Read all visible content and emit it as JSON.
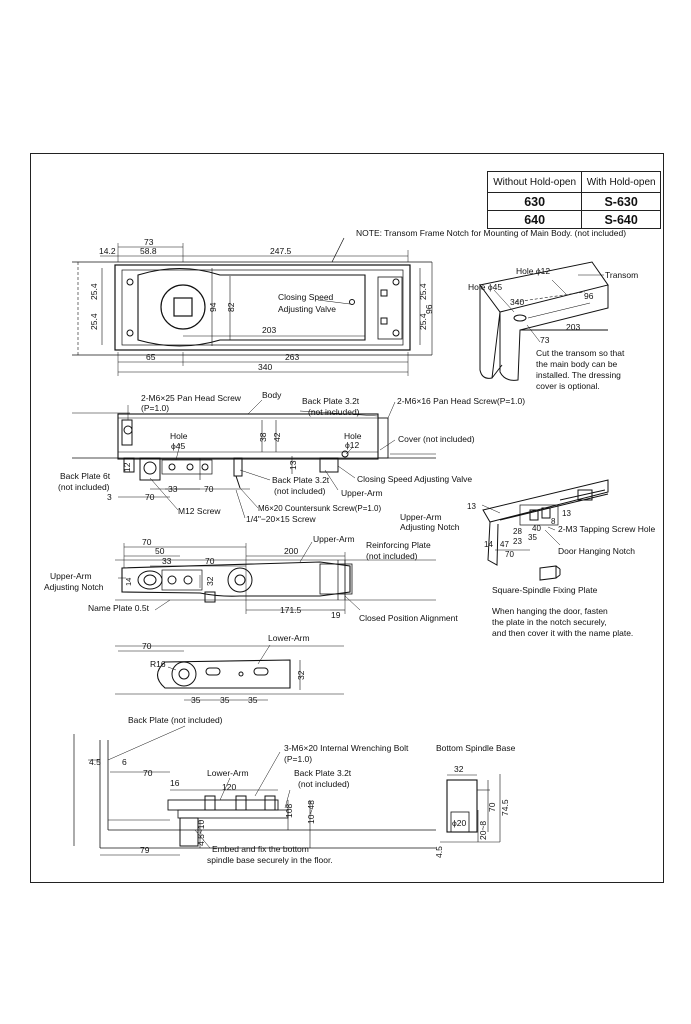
{
  "model_table": {
    "headers": [
      "Without Hold-open",
      "With Hold-open"
    ],
    "rows": [
      [
        "630",
        "S-630"
      ],
      [
        "640",
        "S-640"
      ]
    ]
  },
  "note": "NOTE: Transom Frame Notch for Mounting of Main Body. (not included)",
  "top_view": {
    "dims": {
      "d73": "73",
      "d14_2": "14.2",
      "d58_8": "58.8",
      "d247_5": "247.5",
      "d25_4a": "25.4",
      "d25_4b": "25.4",
      "d25_4c": "25.4",
      "d25_4d": "25.4",
      "d94": "94",
      "d82": "82",
      "d96": "96",
      "d203": "203",
      "d65": "65",
      "d263": "263",
      "d340": "340"
    },
    "closing_speed_label": [
      "Closing Speed",
      "Adjusting Valve"
    ]
  },
  "transom": {
    "hole12": "Hole ϕ12",
    "transom": "Transom",
    "hole45": "Hole ϕ45",
    "d340": "340",
    "d96": "96",
    "d203": "203",
    "d73": "73",
    "caption": [
      "Cut the transom so that",
      "the main body can be",
      "installed.  The dressing",
      "cover is optional."
    ]
  },
  "side_view": {
    "screw_pan_25": "2-M6×25 Pan Head Screw",
    "p1": "(P=1.0)",
    "body": "Body",
    "back_plate_32": "Back Plate 3.2t",
    "not_included": "(not included)",
    "screw_pan_16": "2-M6×16 Pan Head Screw(P=1.0)",
    "hole": "Hole",
    "phi45": "ϕ45",
    "hole2": "Hole",
    "phi12": "ϕ12",
    "d38": "38",
    "d42": "42",
    "d13": "13",
    "cover": "Cover (not included)",
    "back_plate_6": "Back Plate 6t",
    "not_included_b": "(not included)",
    "d12": "12",
    "d3": "3",
    "d70a": "70",
    "d33": "33",
    "d70b": "70",
    "back_plate_32b": "Back Plate 3.2t",
    "not_included_c": "(not included)",
    "upper_arm": "Upper-Arm",
    "closing_speed": "Closing Speed Adjusting Valve",
    "m12": "M12 Screw",
    "countersunk": "M6×20 Countersunk Screw(P=1.0)",
    "screw_14": "1/4\"−20×15 Screw"
  },
  "arm_notch": {
    "upper_arm_adjusting": [
      "Upper-Arm",
      "Adjusting Notch"
    ],
    "d13": "13",
    "d8": "8",
    "d13b": "13",
    "d40": "40",
    "d28": "28",
    "d14": "14",
    "d47": "47",
    "d23": "23",
    "d35": "35",
    "d70": "70",
    "tapping": "2-M3 Tapping Screw Hole",
    "door_notch": "Door Hanging Notch",
    "square_spindle": "Square-Spindle Fixing Plate",
    "caption": [
      "When hanging the door, fasten",
      "the plate in the notch securely,",
      "and then cover it with the name plate."
    ]
  },
  "upper_arm": {
    "label": "Upper-Arm",
    "reinforcing": "Reinforcing Plate",
    "not_included": "(not included)",
    "d70": "70",
    "d50": "50",
    "d200": "200",
    "d33": "33",
    "d70b": "70",
    "d14": "14",
    "d32": "32",
    "adjusting": [
      "Upper-Arm",
      "Adjusting Notch"
    ],
    "name_plate": "Name Plate 0.5t",
    "d171_5": "171.5",
    "d19": "19",
    "closed_position": "Closed Position Alignment"
  },
  "lower_arm": {
    "label": "Lower-Arm",
    "d70": "70",
    "r16": "R16",
    "d35a": "35",
    "d35b": "35",
    "d35c": "35",
    "d32": "32"
  },
  "floor_view": {
    "back_plate": "Back Plate (not included)",
    "bolt": "3-M6×20 Internal Wrenching Bolt",
    "p1": "(P=1.0)",
    "lower_arm": "Lower-Arm",
    "back_plate_32": "Back Plate 3.2t",
    "not_included": "(not included)",
    "d4_5": "4.5",
    "d6": "6",
    "d70": "70",
    "d16": "16",
    "d120": "120",
    "d108": "108",
    "d10_48": "10~48",
    "d79": "79",
    "d4_5_10": "4.5~10",
    "caption": [
      "Embed and fix the bottom",
      "spindle base securely in the floor."
    ]
  },
  "spindle_base": {
    "title": "Bottom Spindle Base",
    "d32": "32",
    "d70": "70",
    "d74_5": "74.5",
    "d20_8": "20~8",
    "d4_5": "4.5",
    "phi20": "ϕ20"
  }
}
